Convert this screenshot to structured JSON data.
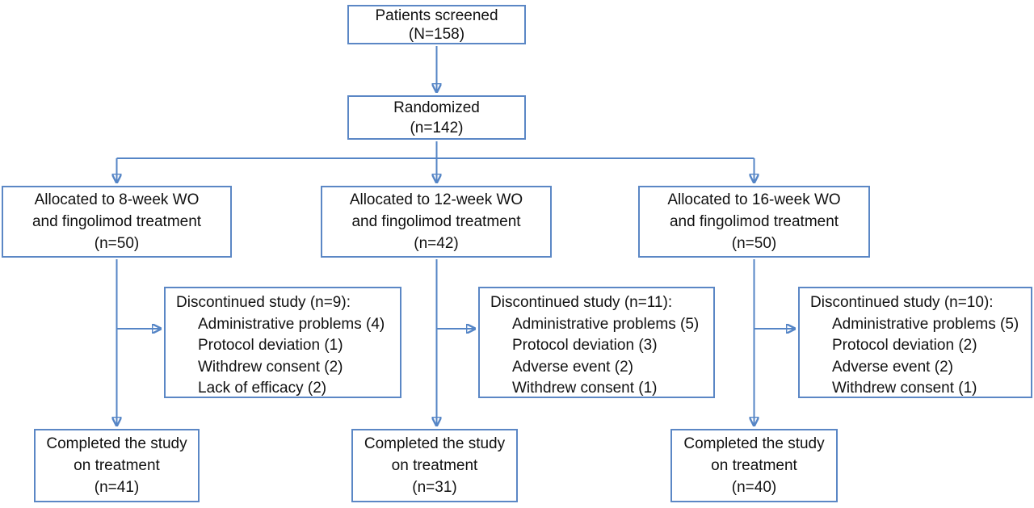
{
  "colors": {
    "accent": "#5585C6",
    "box_border": "#5B87C5",
    "text": "#111111",
    "background": "#FFFFFF"
  },
  "diagram": {
    "screened": [
      "Patients screened",
      "(N=158)"
    ],
    "randomized": [
      "Randomized",
      "(n=142)"
    ],
    "columns": [
      {
        "allocated": [
          "Allocated to 8-week WO",
          "and fingolimod treatment",
          "(n=50)"
        ],
        "discontinued": {
          "title": "Discontinued study (n=9):",
          "items": [
            "Administrative problems (4)",
            "Protocol deviation (1)",
            "Withdrew consent (2)",
            "Lack of efficacy (2)"
          ]
        },
        "completed": [
          "Completed the study",
          "on treatment",
          "(n=41)"
        ]
      },
      {
        "allocated": [
          "Allocated to 12-week WO",
          "and fingolimod treatment",
          "(n=42)"
        ],
        "discontinued": {
          "title": "Discontinued study (n=11):",
          "items": [
            "Administrative problems (5)",
            "Protocol deviation (3)",
            "Adverse event (2)",
            "Withdrew consent (1)"
          ]
        },
        "completed": [
          "Completed the study",
          "on treatment",
          "(n=31)"
        ]
      },
      {
        "allocated": [
          "Allocated to 16-week WO",
          "and fingolimod treatment",
          "(n=50)"
        ],
        "discontinued": {
          "title": "Discontinued study (n=10):",
          "items": [
            "Administrative problems (5)",
            "Protocol deviation (2)",
            "Adverse event (2)",
            "Withdrew consent (1)"
          ]
        },
        "completed": [
          "Completed the study",
          "on treatment",
          "(n=40)"
        ]
      }
    ]
  }
}
